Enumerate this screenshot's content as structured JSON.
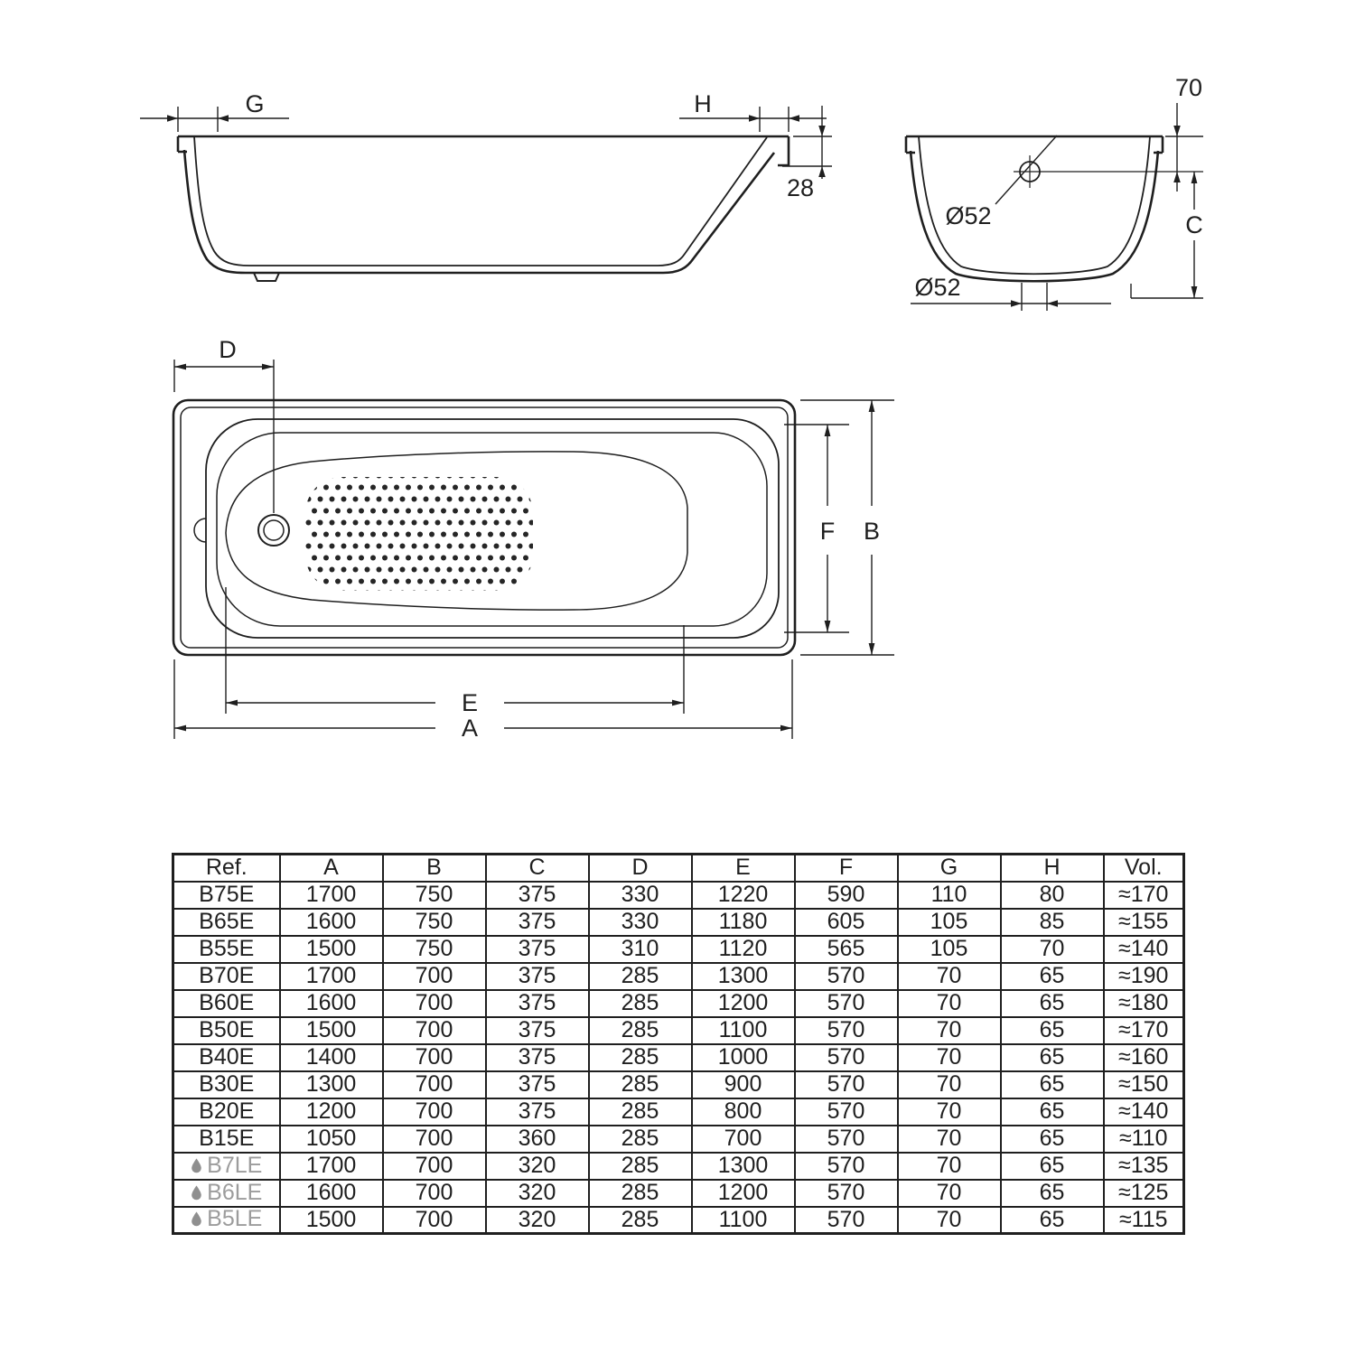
{
  "diagram": {
    "side_view": {
      "labels": {
        "g": "G",
        "h": "H",
        "rim_height": "28"
      }
    },
    "cross_section": {
      "labels": {
        "overflow_offset": "70",
        "depth": "C",
        "overflow_diameter": "Ø52",
        "drain_diameter": "Ø52"
      }
    },
    "plan_view": {
      "labels": {
        "drain_offset": "D",
        "inner_width": "F",
        "width": "B",
        "inner_length": "E",
        "length": "A"
      }
    }
  },
  "icons": {
    "eco": "droplet-icon"
  },
  "colors": {
    "ink": "#1f1f1f",
    "eco_gray": "#9c9c9c",
    "droplet": "#8f8f8f",
    "background": "#ffffff"
  },
  "table": {
    "headers": [
      "Ref.",
      "A",
      "B",
      "C",
      "D",
      "E",
      "F",
      "G",
      "H",
      "Vol."
    ],
    "rows": [
      {
        "ref": "B75E",
        "eco": false,
        "values": [
          "1700",
          "750",
          "375",
          "330",
          "1220",
          "590",
          "110",
          "80",
          "≈170"
        ]
      },
      {
        "ref": "B65E",
        "eco": false,
        "values": [
          "1600",
          "750",
          "375",
          "330",
          "1180",
          "605",
          "105",
          "85",
          "≈155"
        ]
      },
      {
        "ref": "B55E",
        "eco": false,
        "values": [
          "1500",
          "750",
          "375",
          "310",
          "1120",
          "565",
          "105",
          "70",
          "≈140"
        ]
      },
      {
        "ref": "B70E",
        "eco": false,
        "values": [
          "1700",
          "700",
          "375",
          "285",
          "1300",
          "570",
          "70",
          "65",
          "≈190"
        ]
      },
      {
        "ref": "B60E",
        "eco": false,
        "values": [
          "1600",
          "700",
          "375",
          "285",
          "1200",
          "570",
          "70",
          "65",
          "≈180"
        ]
      },
      {
        "ref": "B50E",
        "eco": false,
        "values": [
          "1500",
          "700",
          "375",
          "285",
          "1100",
          "570",
          "70",
          "65",
          "≈170"
        ]
      },
      {
        "ref": "B40E",
        "eco": false,
        "values": [
          "1400",
          "700",
          "375",
          "285",
          "1000",
          "570",
          "70",
          "65",
          "≈160"
        ]
      },
      {
        "ref": "B30E",
        "eco": false,
        "values": [
          "1300",
          "700",
          "375",
          "285",
          "900",
          "570",
          "70",
          "65",
          "≈150"
        ]
      },
      {
        "ref": "B20E",
        "eco": false,
        "values": [
          "1200",
          "700",
          "375",
          "285",
          "800",
          "570",
          "70",
          "65",
          "≈140"
        ]
      },
      {
        "ref": "B15E",
        "eco": false,
        "values": [
          "1050",
          "700",
          "360",
          "285",
          "700",
          "570",
          "70",
          "65",
          "≈110"
        ]
      },
      {
        "ref": "B7LE",
        "eco": true,
        "values": [
          "1700",
          "700",
          "320",
          "285",
          "1300",
          "570",
          "70",
          "65",
          "≈135"
        ]
      },
      {
        "ref": "B6LE",
        "eco": true,
        "values": [
          "1600",
          "700",
          "320",
          "285",
          "1200",
          "570",
          "70",
          "65",
          "≈125"
        ]
      },
      {
        "ref": "B5LE",
        "eco": true,
        "values": [
          "1500",
          "700",
          "320",
          "285",
          "1100",
          "570",
          "70",
          "65",
          "≈115"
        ]
      }
    ]
  }
}
